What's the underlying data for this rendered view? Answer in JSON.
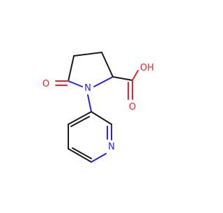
{
  "molecule": {
    "atom_labels": {
      "ketone_oxygen": "O",
      "ring_nitrogen": "N",
      "pyridine_nitrogen": "N",
      "hydroxyl": "OH",
      "carbonyl_oxygen": "O"
    },
    "colors": {
      "bond": "#1a1a1a",
      "oxygen": "#e8202a",
      "nitrogen": "#2323e0"
    }
  }
}
